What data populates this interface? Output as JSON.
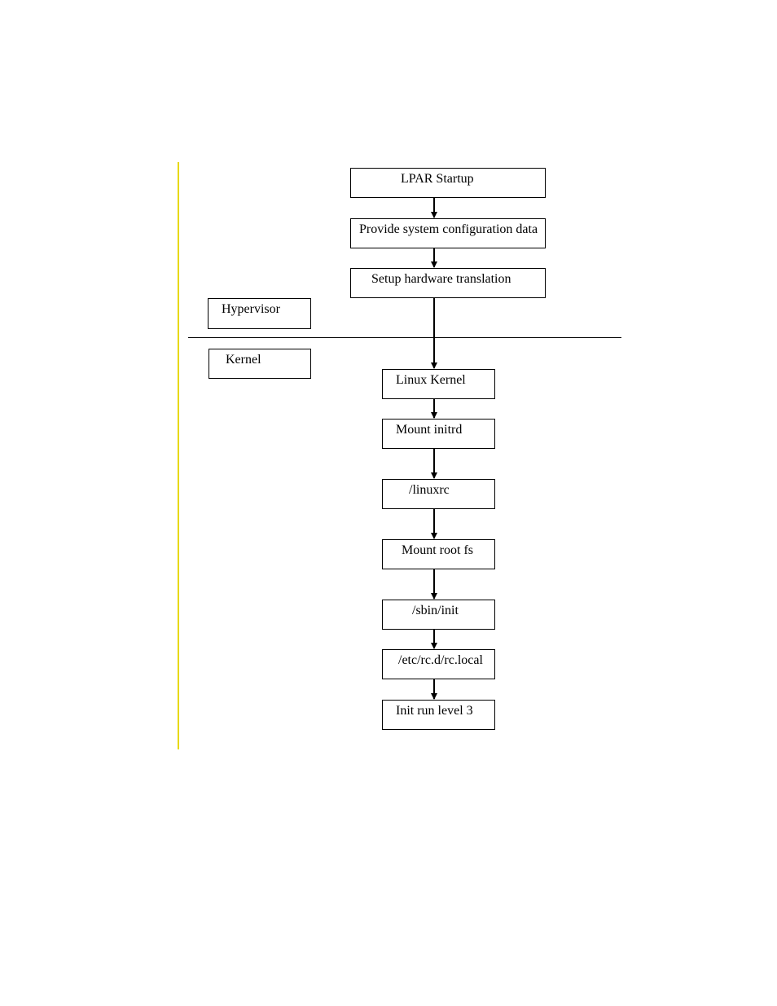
{
  "diagram": {
    "layers": {
      "hypervisor": "Hypervisor",
      "kernel": "Kernel"
    },
    "steps": [
      "LPAR Startup",
      "Provide system configuration data",
      "Setup hardware translation",
      "Linux Kernel",
      "Mount initrd",
      "/linuxrc",
      "Mount root fs",
      "/sbin/init",
      "/etc/rc.d/rc.local",
      "Init run level 3"
    ],
    "colors": {
      "margin_bar": "#e8d800",
      "stroke": "#000000"
    }
  }
}
